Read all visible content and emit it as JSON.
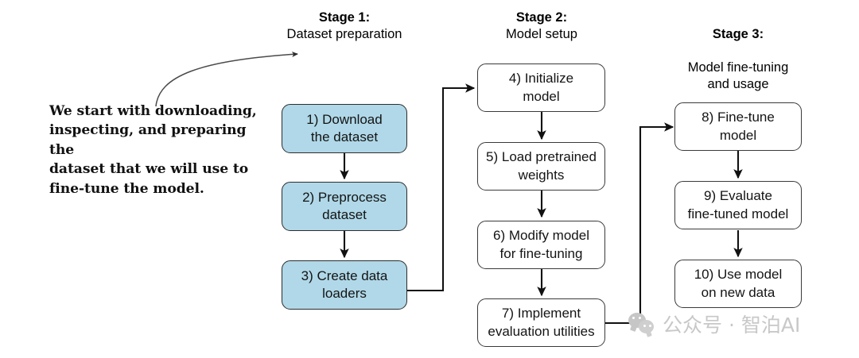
{
  "diagram": {
    "title_hidden": "",
    "stages": [
      {
        "id": "stage-1",
        "head": "Stage 1:",
        "sub": "Dataset preparation"
      },
      {
        "id": "stage-2",
        "head": "Stage 2:",
        "sub": "Model setup"
      },
      {
        "id": "stage-3",
        "head": "Stage 3:",
        "sub": "Model fine-tuning\nand usage"
      }
    ],
    "nodes": [
      {
        "id": "node-1",
        "label": "1) Download\nthe dataset",
        "style": "blue",
        "stage": "stage-1"
      },
      {
        "id": "node-2",
        "label": "2) Preprocess\ndataset",
        "style": "blue",
        "stage": "stage-1"
      },
      {
        "id": "node-3",
        "label": "3) Create data\nloaders",
        "style": "blue",
        "stage": "stage-1"
      },
      {
        "id": "node-4",
        "label": "4) Initialize\nmodel",
        "style": "white",
        "stage": "stage-2"
      },
      {
        "id": "node-5",
        "label": "5) Load pretrained\nweights",
        "style": "white",
        "stage": "stage-2"
      },
      {
        "id": "node-6",
        "label": "6) Modify model\nfor fine-tuning",
        "style": "white",
        "stage": "stage-2"
      },
      {
        "id": "node-7",
        "label": "7) Implement\nevaluation utilities",
        "style": "white",
        "stage": "stage-2"
      },
      {
        "id": "node-8",
        "label": "8) Fine-tune\nmodel",
        "style": "white",
        "stage": "stage-3"
      },
      {
        "id": "node-9",
        "label": "9) Evaluate\nfine-tuned model",
        "style": "white",
        "stage": "stage-3"
      },
      {
        "id": "node-10",
        "label": "10) Use model\non new data",
        "style": "white",
        "stage": "stage-3"
      }
    ],
    "annotation": {
      "text": "We start with downloading,\ninspecting, and preparing the\ndataset that we will use to\nfine-tune the model."
    },
    "watermark": {
      "text": "公众号 · 智泊AI",
      "icon": "wechat-icon"
    },
    "colors": {
      "node_fill_blue": "#b0d8e8",
      "node_fill_white": "#ffffff",
      "node_border": "#3a3a3a",
      "connector": "#1a1a1a",
      "text": "#141414",
      "watermark": "#c8c8c8"
    }
  }
}
